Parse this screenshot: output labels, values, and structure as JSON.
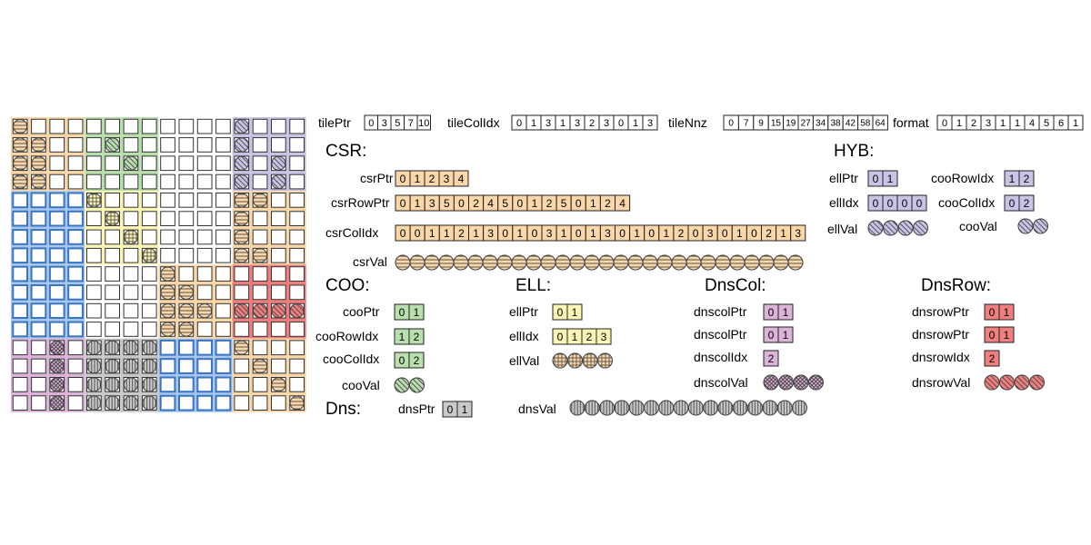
{
  "colors": {
    "orange": "#f9d7a8",
    "green": "#b9dfae",
    "blue": "#a9c7ea",
    "blue_border": "#3a75c4",
    "purple": "#c9c4e6",
    "yellow": "#fdf5b6",
    "red": "#ef7f7f",
    "pink": "#dcb3d9",
    "gray": "#c9c9c9"
  },
  "header": {
    "tilePtr": {
      "label": "tilePtr",
      "values": [
        "0",
        "3",
        "5",
        "7",
        "10"
      ]
    },
    "tileColIdx": {
      "label": "tileColIdx",
      "values": [
        "0",
        "1",
        "3",
        "1",
        "3",
        "2",
        "3",
        "0",
        "1",
        "3"
      ]
    },
    "tileNnz": {
      "label": "tileNnz",
      "values": [
        "0",
        "7",
        "9",
        "15",
        "19",
        "27",
        "34",
        "38",
        "42",
        "58",
        "64"
      ]
    },
    "format": {
      "label": "format",
      "values": [
        "0",
        "1",
        "2",
        "3",
        "1",
        "1",
        "4",
        "5",
        "6",
        "1"
      ]
    }
  },
  "csr": {
    "title": "CSR:",
    "csrPtr": {
      "label": "csrPtr",
      "values": [
        "0",
        "1",
        "2",
        "3",
        "4"
      ]
    },
    "csrRowPtr": {
      "label": "csrRowPtr",
      "values": [
        "0",
        "1",
        "3",
        "5",
        "0",
        "2",
        "4",
        "5",
        "0",
        "1",
        "2",
        "5",
        "0",
        "1",
        "2",
        "4"
      ]
    },
    "csrColIdx": {
      "label": "csrColIdx",
      "values": [
        "0",
        "0",
        "1",
        "1",
        "2",
        "1",
        "3",
        "0",
        "1",
        "0",
        "3",
        "1",
        "0",
        "1",
        "3",
        "0",
        "1",
        "0",
        "1",
        "2",
        "0",
        "3",
        "0",
        "1",
        "0",
        "2",
        "1",
        "3"
      ]
    },
    "csrVal": {
      "label": "csrVal",
      "count": 28
    }
  },
  "hyb": {
    "title": "HYB:",
    "ellPtr": {
      "label": "ellPtr",
      "values": [
        "0",
        "1"
      ]
    },
    "ellIdx": {
      "label": "ellIdx",
      "values": [
        "0",
        "0",
        "0",
        "0"
      ]
    },
    "ellVal": {
      "label": "ellVal",
      "count": 4
    },
    "cooRowIdx": {
      "label": "cooRowIdx",
      "values": [
        "1",
        "2"
      ]
    },
    "cooColIdx": {
      "label": "cooColIdx",
      "values": [
        "0",
        "2"
      ]
    },
    "cooVal": {
      "label": "cooVal",
      "count": 2
    }
  },
  "coo": {
    "title": "COO:",
    "cooPtr": {
      "label": "cooPtr",
      "values": [
        "0",
        "1"
      ]
    },
    "cooRowIdx": {
      "label": "cooRowIdx",
      "values": [
        "1",
        "2"
      ]
    },
    "cooColIdx": {
      "label": "cooColIdx",
      "values": [
        "0",
        "2"
      ]
    },
    "cooVal": {
      "label": "cooVal",
      "count": 2
    }
  },
  "ell": {
    "title": "ELL:",
    "ellPtr": {
      "label": "ellPtr",
      "values": [
        "0",
        "1"
      ]
    },
    "ellIdx": {
      "label": "ellIdx",
      "values": [
        "0",
        "1",
        "2",
        "3"
      ]
    },
    "ellVal": {
      "label": "ellVal",
      "count": 4
    }
  },
  "dnscol": {
    "title": "DnsCol:",
    "dnscolPtr": {
      "label": "dnscolPtr",
      "values": [
        "0",
        "1"
      ]
    },
    "dnscolPtr2": {
      "label": "dnscolPtr",
      "values": [
        "0",
        "1"
      ]
    },
    "dnscolIdx": {
      "label": "dnscolIdx",
      "values": [
        "2"
      ]
    },
    "dnscolVal": {
      "label": "dnscolVal",
      "count": 4
    }
  },
  "dnsrow": {
    "title": "DnsRow:",
    "dnsrowPtr": {
      "label": "dnsrowPtr",
      "values": [
        "0",
        "1"
      ]
    },
    "dnsrowPtr2": {
      "label": "dnsrowPtr",
      "values": [
        "0",
        "1"
      ]
    },
    "dnsrowIdx": {
      "label": "dnsrowIdx",
      "values": [
        "2"
      ]
    },
    "dnsrowVal": {
      "label": "dnsrowVal",
      "count": 4
    }
  },
  "dns": {
    "title": "Dns:",
    "dnsPtr": {
      "label": "dnsPtr",
      "values": [
        "0",
        "1"
      ]
    },
    "dnsVal": {
      "label": "dnsVal",
      "count": 16
    }
  },
  "matrix": {
    "size": 16,
    "tiles": [
      {
        "tr": 0,
        "tc": 0,
        "color": "orange",
        "pattern": "hline",
        "nz": [
          [
            0,
            0
          ],
          [
            1,
            0
          ],
          [
            1,
            1
          ],
          [
            2,
            0
          ],
          [
            2,
            1
          ],
          [
            3,
            0
          ],
          [
            3,
            1
          ]
        ]
      },
      {
        "tr": 0,
        "tc": 1,
        "color": "green",
        "pattern": "diag",
        "nz": [
          [
            1,
            1
          ],
          [
            2,
            2
          ]
        ]
      },
      {
        "tr": 0,
        "tc": 3,
        "color": "purple",
        "pattern": "diag",
        "nz": [
          [
            0,
            0
          ],
          [
            1,
            0
          ],
          [
            2,
            0
          ],
          [
            2,
            2
          ],
          [
            3,
            0
          ],
          [
            3,
            2
          ]
        ]
      },
      {
        "tr": 1,
        "tc": 0,
        "color": "blue",
        "pattern": "hline",
        "nz": []
      },
      {
        "tr": 1,
        "tc": 1,
        "color": "yellow",
        "pattern": "cross",
        "nz": [
          [
            0,
            0
          ],
          [
            1,
            1
          ],
          [
            2,
            2
          ],
          [
            3,
            3
          ]
        ]
      },
      {
        "tr": 1,
        "tc": 3,
        "color": "orange",
        "pattern": "hline",
        "nz": [
          [
            0,
            0
          ],
          [
            0,
            1
          ],
          [
            1,
            0
          ],
          [
            2,
            0
          ],
          [
            3,
            0
          ],
          [
            3,
            1
          ]
        ]
      },
      {
        "tr": 2,
        "tc": 0,
        "color": "blue",
        "pattern": "hline",
        "nz": []
      },
      {
        "tr": 2,
        "tc": 2,
        "color": "orange",
        "pattern": "hline",
        "nz": [
          [
            0,
            0
          ],
          [
            1,
            0
          ],
          [
            1,
            1
          ],
          [
            2,
            0
          ],
          [
            2,
            1
          ],
          [
            2,
            2
          ],
          [
            3,
            0
          ],
          [
            3,
            1
          ]
        ]
      },
      {
        "tr": 2,
        "tc": 3,
        "color": "red",
        "pattern": "diag-thin",
        "nz": [
          [
            2,
            0
          ],
          [
            2,
            1
          ],
          [
            2,
            2
          ],
          [
            2,
            3
          ]
        ]
      },
      {
        "tr": 3,
        "tc": 0,
        "color": "pink",
        "pattern": "cross-dense",
        "nz": [
          [
            0,
            2
          ],
          [
            1,
            2
          ],
          [
            2,
            2
          ],
          [
            3,
            2
          ]
        ]
      },
      {
        "tr": 3,
        "tc": 1,
        "color": "gray",
        "pattern": "vline",
        "nz": [
          [
            0,
            0
          ],
          [
            0,
            1
          ],
          [
            0,
            2
          ],
          [
            0,
            3
          ],
          [
            1,
            0
          ],
          [
            1,
            1
          ],
          [
            1,
            2
          ],
          [
            1,
            3
          ],
          [
            2,
            0
          ],
          [
            2,
            1
          ],
          [
            2,
            2
          ],
          [
            2,
            3
          ],
          [
            3,
            0
          ],
          [
            3,
            1
          ],
          [
            3,
            2
          ],
          [
            3,
            3
          ]
        ]
      },
      {
        "tr": 3,
        "tc": 2,
        "color": "blue",
        "pattern": "hline",
        "nz": []
      },
      {
        "tr": 3,
        "tc": 3,
        "color": "orange",
        "pattern": "hline",
        "nz": [
          [
            0,
            0
          ],
          [
            1,
            1
          ],
          [
            2,
            2
          ],
          [
            3,
            3
          ]
        ]
      }
    ]
  }
}
